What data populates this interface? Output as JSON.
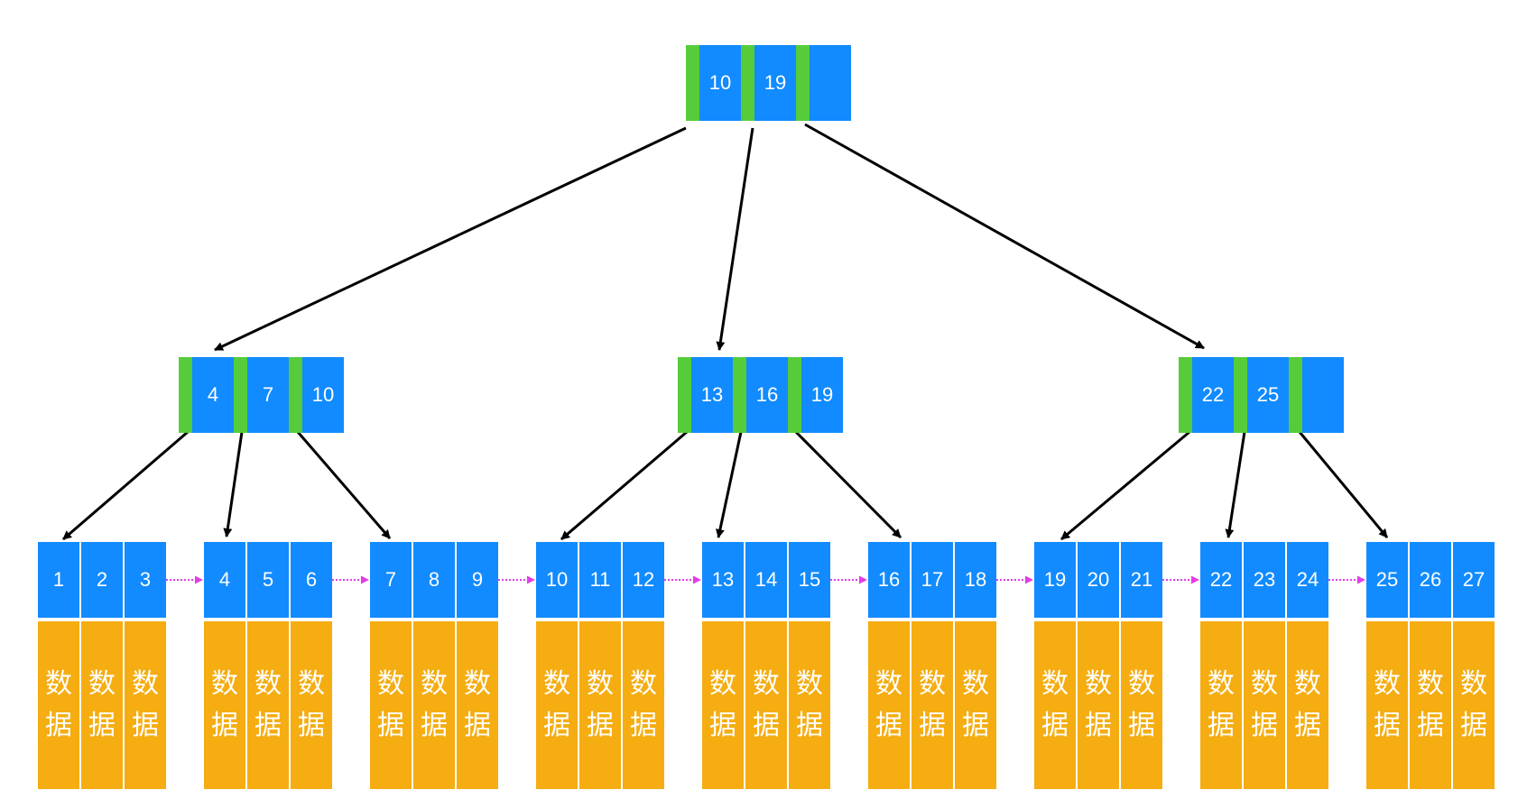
{
  "colors": {
    "key_fill": "#118bff",
    "pointer_fill": "#56cc3a",
    "data_fill": "#f5ad12",
    "tree_arrow": "#000000",
    "leaf_link": "#e13de6"
  },
  "root": {
    "keys": [
      "10",
      "19"
    ]
  },
  "internal": [
    {
      "keys": [
        "4",
        "7",
        "10"
      ]
    },
    {
      "keys": [
        "13",
        "16",
        "19"
      ]
    },
    {
      "keys": [
        "22",
        "25"
      ]
    }
  ],
  "leaves": [
    {
      "keys": [
        "1",
        "2",
        "3"
      ]
    },
    {
      "keys": [
        "4",
        "5",
        "6"
      ]
    },
    {
      "keys": [
        "7",
        "8",
        "9"
      ]
    },
    {
      "keys": [
        "10",
        "11",
        "12"
      ]
    },
    {
      "keys": [
        "13",
        "14",
        "15"
      ]
    },
    {
      "keys": [
        "16",
        "17",
        "18"
      ]
    },
    {
      "keys": [
        "19",
        "20",
        "21"
      ]
    },
    {
      "keys": [
        "22",
        "23",
        "24"
      ]
    },
    {
      "keys": [
        "25",
        "26",
        "27"
      ]
    }
  ],
  "data_label": "数据"
}
